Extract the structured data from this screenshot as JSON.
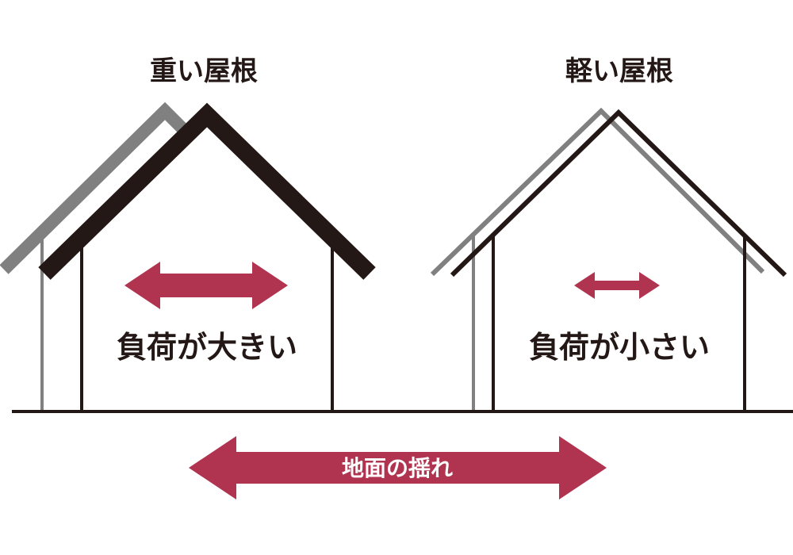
{
  "heavy": {
    "title": "重い屋根",
    "load_label": "負荷が大きい"
  },
  "light": {
    "title": "軽い屋根",
    "load_label": "負荷が小さい"
  },
  "ground": {
    "label": "地面の揺れ"
  },
  "colors": {
    "line": "#231815",
    "shadow": "#808080",
    "arrow": "#b03350",
    "background": "#ffffff"
  }
}
